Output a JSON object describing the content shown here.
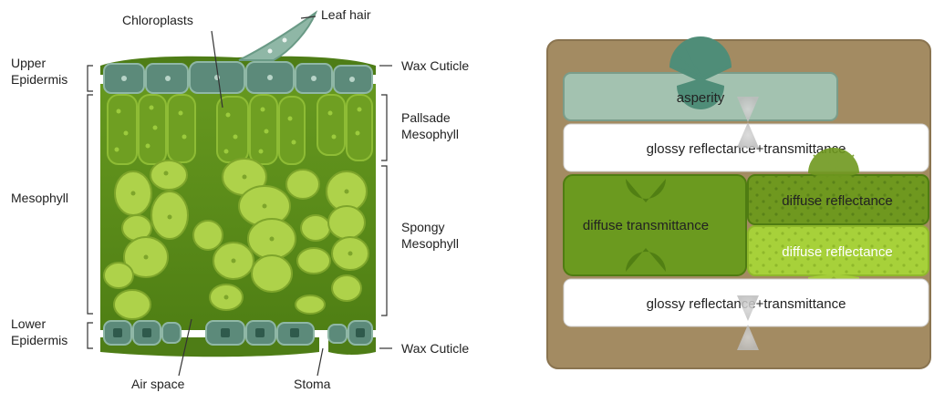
{
  "leaf_labels": {
    "chloroplasts": "Chloroplasts",
    "leaf_hair": "Leaf hair",
    "upper_epidermis": [
      "Upper",
      "Epidermis"
    ],
    "wax_cuticle_top": "Wax Cuticle",
    "palisade": [
      "Pallsade",
      "Mesophyll"
    ],
    "mesophyll": "Mesophyll",
    "spongy": [
      "Spongy",
      "Mesophyll"
    ],
    "lower_epidermis": [
      "Lower",
      "Epidermis"
    ],
    "wax_cuticle_bottom": "Wax Cuticle",
    "air_space": "Air space",
    "stoma": "Stoma"
  },
  "layer_model": {
    "asperity": "asperity",
    "glossy_top": "glossy reflectance+transmittance",
    "diffuse_transmittance": "diffuse transmittance",
    "diffuse_reflectance_1": "diffuse reflectance",
    "diffuse_reflectance_2": "diffuse reflectance",
    "glossy_bottom": "glossy reflectance+transmittance"
  },
  "colors": {
    "background_frame": "#a38b62",
    "asperity_fill": "#a3c2b0",
    "glossy_fill": "#ffffff",
    "diffuse_transmittance_fill": "#6b9a1f",
    "diffuse_reflectance_1_fill": "#6f981f",
    "diffuse_reflectance_2_fill": "#a7d13a",
    "cell_teal": "#5c8a7a",
    "cell_green": "#aed24a",
    "tissue_green": "#5d8f1c",
    "cuticle_green": "#4e7d16"
  }
}
